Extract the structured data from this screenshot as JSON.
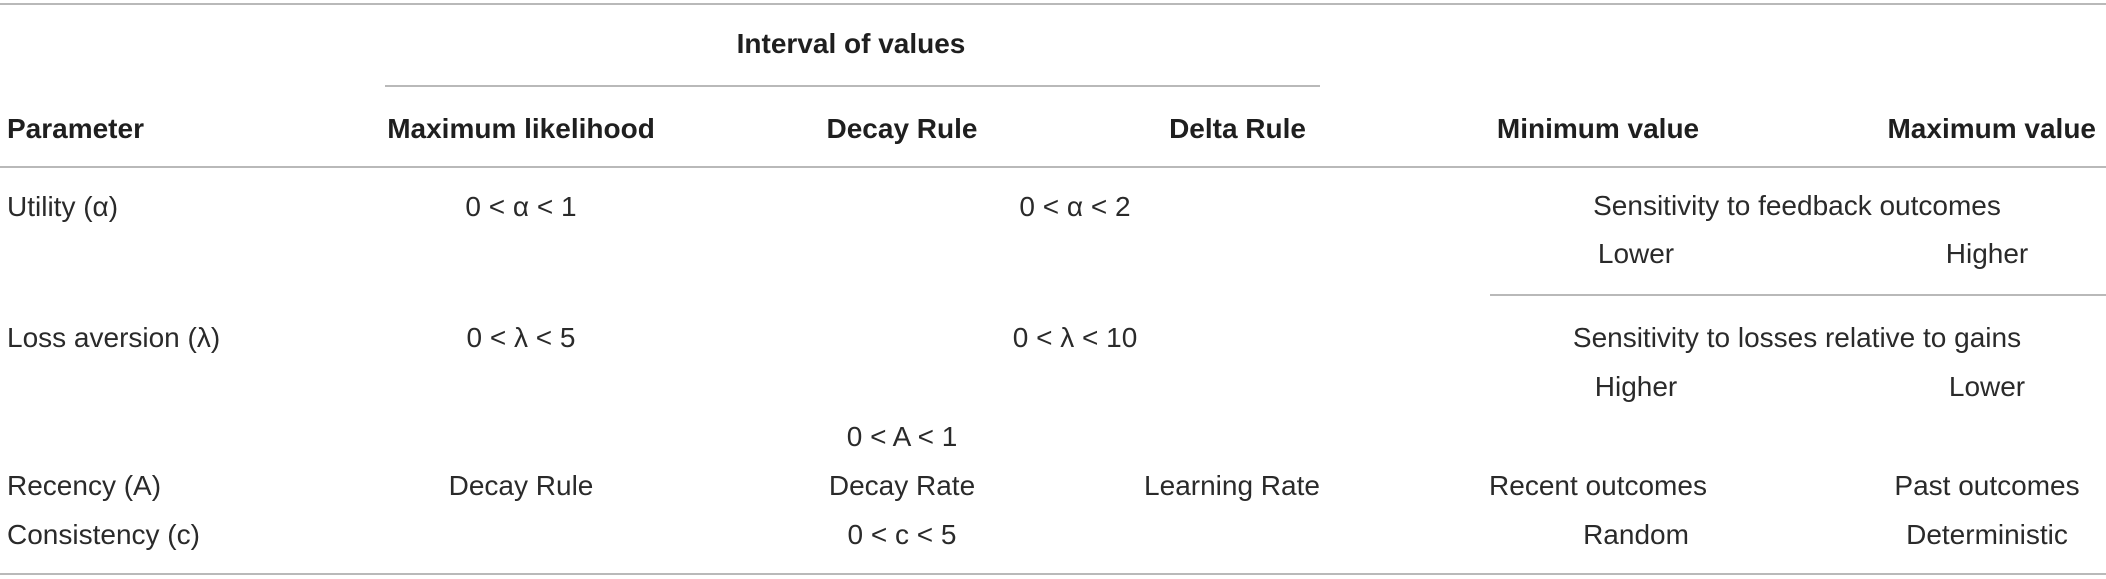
{
  "table": {
    "group_header": "Interval of values",
    "headers": {
      "parameter": "Parameter",
      "maximum_likelihood": "Maximum likelihood",
      "decay_rule": "Decay Rule",
      "delta_rule": "Delta Rule",
      "minimum_value": "Minimum value",
      "maximum_value": "Maximum value"
    },
    "rows": {
      "utility": {
        "parameter": "Utility (α)",
        "maximum_likelihood": "0 < α < 1",
        "rules": "0 < α < 2",
        "meaning": "Sensitivity to feedback outcomes",
        "minimum_value": "Lower",
        "maximum_value": "Higher"
      },
      "loss_aversion": {
        "parameter": "Loss aversion (λ)",
        "maximum_likelihood": "0 < λ < 5",
        "rules": "0 < λ < 10",
        "meaning": "Sensitivity to losses relative to gains",
        "minimum_value": "Higher",
        "maximum_value": "Lower"
      },
      "recency": {
        "range": "0 < A < 1",
        "parameter": "Recency (A)",
        "maximum_likelihood": "Decay Rule",
        "decay_rule": "Decay Rate",
        "delta_rule": "Learning Rate",
        "minimum_value": "Recent outcomes",
        "maximum_value": "Past outcomes"
      },
      "consistency": {
        "parameter": "Consistency (c)",
        "rules": "0 < c < 5",
        "minimum_value": "Random",
        "maximum_value": "Deterministic"
      }
    }
  }
}
